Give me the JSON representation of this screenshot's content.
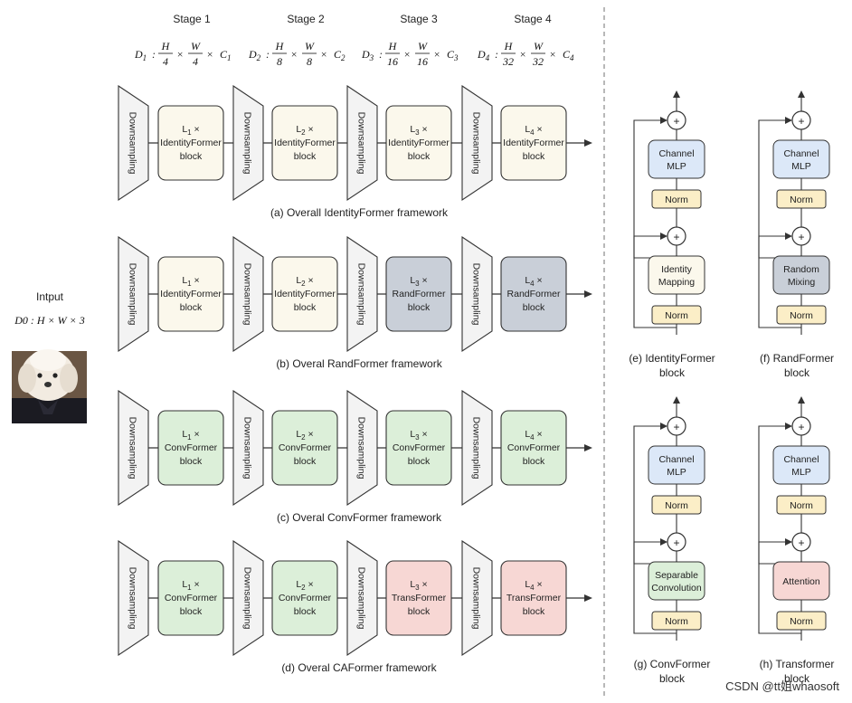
{
  "stages": [
    "Stage 1",
    "Stage 2",
    "Stage 3",
    "Stage 4"
  ],
  "dims": [
    {
      "d": "D1",
      "h": "H",
      "hden": "4",
      "w": "W",
      "wden": "4",
      "c": "C1"
    },
    {
      "d": "D2",
      "h": "H",
      "hden": "8",
      "w": "W",
      "wden": "8",
      "c": "C2"
    },
    {
      "d": "D3",
      "h": "H",
      "hden": "16",
      "w": "W",
      "wden": "16",
      "c": "C3"
    },
    {
      "d": "D4",
      "h": "H",
      "hden": "32",
      "w": "W",
      "wden": "32",
      "c": "C4"
    }
  ],
  "input": {
    "label": "Intput",
    "dim": "D0 : H × W × 3"
  },
  "downsampling_label": "Downsampling",
  "rows": [
    {
      "caption": "(a) Overall IdentityFormer framework",
      "blocks": [
        {
          "l": "L1 ×",
          "name": "IdentityFormer",
          "sub": "block",
          "fill": "#fbf8ec"
        },
        {
          "l": "L2 ×",
          "name": "IdentityFormer",
          "sub": "block",
          "fill": "#fbf8ec"
        },
        {
          "l": "L3 ×",
          "name": "IdentityFormer",
          "sub": "block",
          "fill": "#fbf8ec"
        },
        {
          "l": "L4 ×",
          "name": "IdentityFormer",
          "sub": "block",
          "fill": "#fbf8ec"
        }
      ]
    },
    {
      "caption": "(b) Overal RandFormer framework",
      "blocks": [
        {
          "l": "L1 ×",
          "name": "IdentityFormer",
          "sub": "block",
          "fill": "#fbf8ec"
        },
        {
          "l": "L2 ×",
          "name": "IdentityFormer",
          "sub": "block",
          "fill": "#fbf8ec"
        },
        {
          "l": "L3 ×",
          "name": "RandFormer",
          "sub": "block",
          "fill": "#c9cfd8"
        },
        {
          "l": "L4 ×",
          "name": "RandFormer",
          "sub": "block",
          "fill": "#c9cfd8"
        }
      ]
    },
    {
      "caption": "(c) Overal ConvFormer framework",
      "blocks": [
        {
          "l": "L1 ×",
          "name": "ConvFormer",
          "sub": "block",
          "fill": "#dcefd9"
        },
        {
          "l": "L2 ×",
          "name": "ConvFormer",
          "sub": "block",
          "fill": "#dcefd9"
        },
        {
          "l": "L3 ×",
          "name": "ConvFormer",
          "sub": "block",
          "fill": "#dcefd9"
        },
        {
          "l": "L4 ×",
          "name": "ConvFormer",
          "sub": "block",
          "fill": "#dcefd9"
        }
      ]
    },
    {
      "caption": "(d) Overal CAFormer framework",
      "blocks": [
        {
          "l": "L1 ×",
          "name": "ConvFormer",
          "sub": "block",
          "fill": "#dcefd9"
        },
        {
          "l": "L2 ×",
          "name": "ConvFormer",
          "sub": "block",
          "fill": "#dcefd9"
        },
        {
          "l": "L3 ×",
          "name": "TransFormer",
          "sub": "block",
          "fill": "#f7d7d4"
        },
        {
          "l": "L4 ×",
          "name": "TransFormer",
          "sub": "block",
          "fill": "#f7d7d4"
        }
      ]
    }
  ],
  "block_diagrams": [
    {
      "caption1": "(e) IdentityFormer",
      "caption2": "block",
      "mixer": [
        "Identity",
        "Mapping"
      ],
      "mixer_fill": "#fbf8ec",
      "mlp": [
        "Channel",
        "MLP"
      ],
      "norm": "Norm",
      "plus": "+"
    },
    {
      "caption1": "(f) RandFormer",
      "caption2": "block",
      "mixer": [
        "Random",
        "Mixing"
      ],
      "mixer_fill": "#c9cfd8",
      "mlp": [
        "Channel",
        "MLP"
      ],
      "norm": "Norm",
      "plus": "+"
    },
    {
      "caption1": "(g) ConvFormer",
      "caption2": "block",
      "mixer": [
        "Separable",
        "Convolution"
      ],
      "mixer_fill": "#dcefd9",
      "mlp": [
        "Channel",
        "MLP"
      ],
      "norm": "Norm",
      "plus": "+"
    },
    {
      "caption1": "(h) Transformer",
      "caption2": "block",
      "mixer": [
        "Attention"
      ],
      "mixer_fill": "#f7d7d4",
      "mlp": [
        "Channel",
        "MLP"
      ],
      "norm": "Norm",
      "plus": "+"
    }
  ],
  "watermark": "CSDN @tt姐whaosoft",
  "colors": {
    "mlp_fill": "#dce8f8",
    "norm_fill": "#fbeec7",
    "stroke": "#333333",
    "downsample_fill": "#f3f3f3"
  }
}
